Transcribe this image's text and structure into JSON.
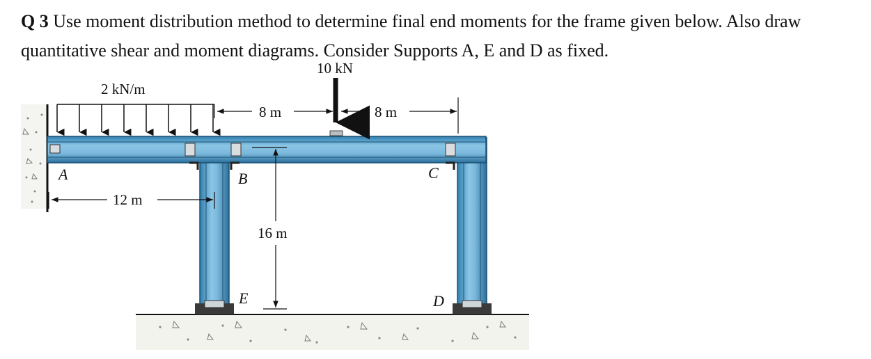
{
  "question": {
    "number": "Q 3",
    "text": "Use moment distribution method to determine final end moments for the frame given below. Also draw quantitative shear and moment diagrams. Consider Supports A, E and D as fixed."
  },
  "diagram": {
    "udl_label": "2 kN/m",
    "point_load_label": "10 kN",
    "dim_top_left": "8 m",
    "dim_top_right": "8 m",
    "dim_span_ab": "12 m",
    "dim_height": "16 m",
    "nodes": {
      "a": "A",
      "b": "B",
      "c": "C",
      "d": "D",
      "e": "E"
    }
  }
}
